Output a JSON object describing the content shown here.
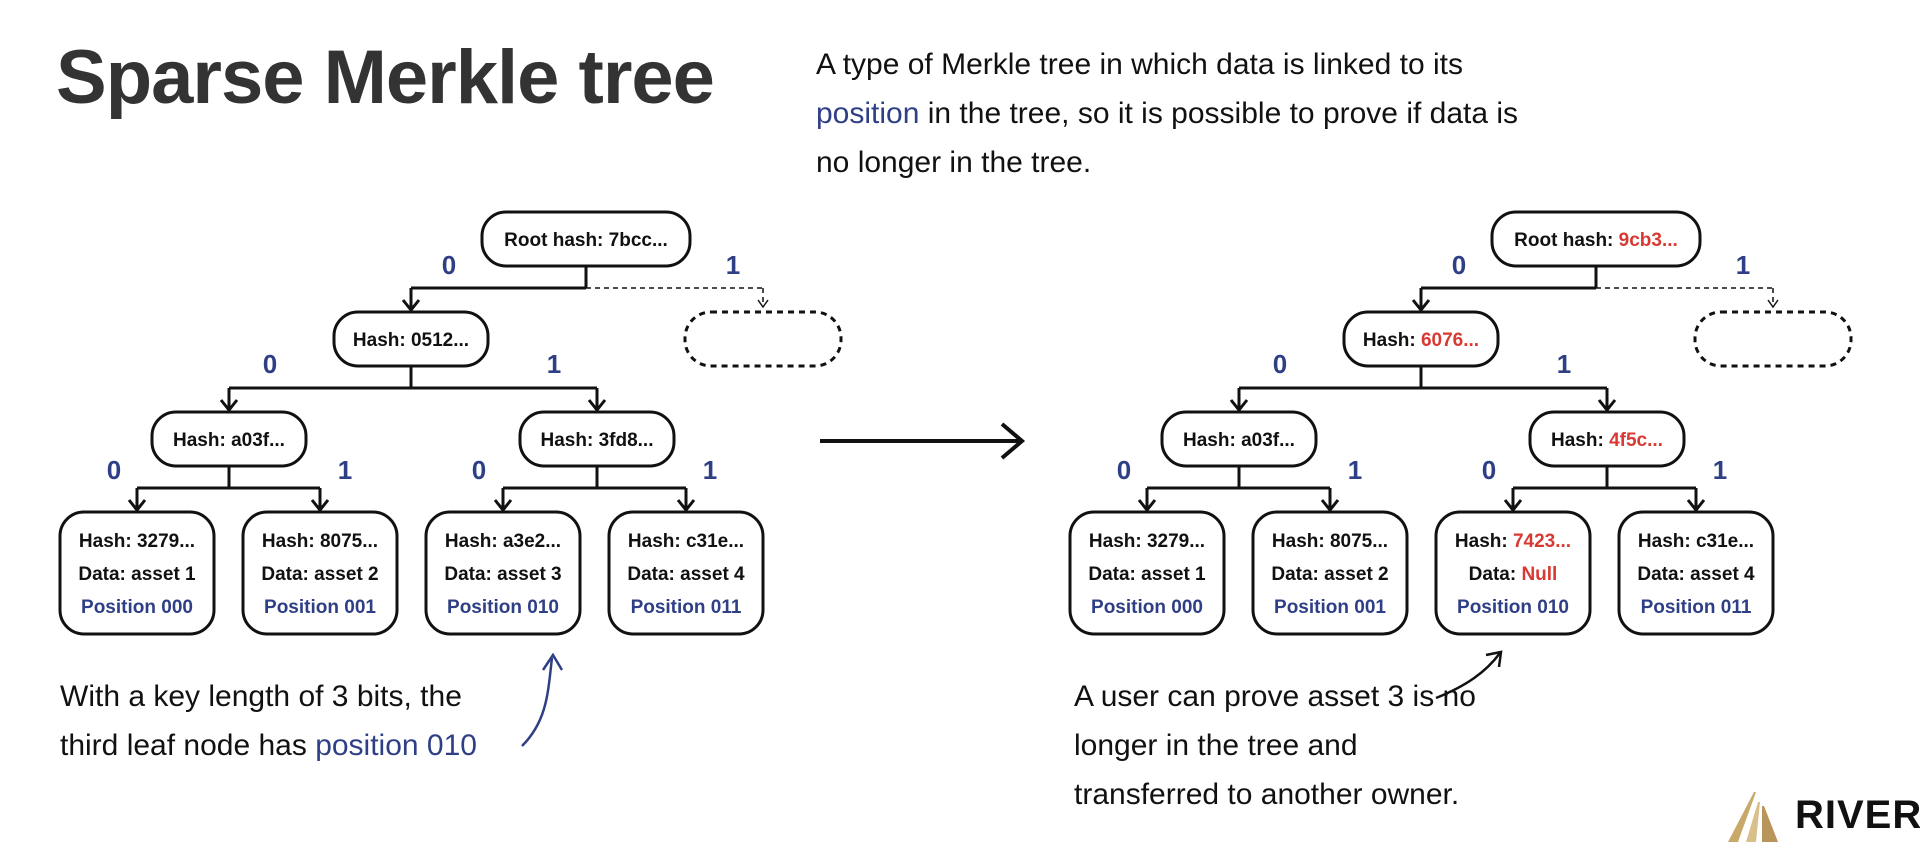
{
  "title": "Sparse Merkle tree",
  "intro": {
    "before": "A type of Merkle tree in which data is linked to its ",
    "highlight": "position",
    "after": " in the tree, so it is possible to prove if data is no longer in the tree."
  },
  "edge_labels": {
    "left": "0",
    "right": "1"
  },
  "colors": {
    "accent_blue": "#2f3f86",
    "change_red": "#d83a33",
    "text": "#111111",
    "logo_gold": "#c8a96a"
  },
  "trees": [
    {
      "root": {
        "label": "Root hash: ",
        "hash": "7bcc...",
        "changed": false
      },
      "level1": {
        "label": "Hash: ",
        "hash": "0512...",
        "changed": false
      },
      "level2": [
        {
          "label": "Hash: ",
          "hash": "a03f...",
          "changed": false
        },
        {
          "label": "Hash: ",
          "hash": "3fd8...",
          "changed": false
        }
      ],
      "leaves": [
        {
          "hash_label": "Hash: ",
          "hash": "3279...",
          "hash_changed": false,
          "data_label": "Data: ",
          "data": "asset 1",
          "data_changed": false,
          "position": "Position 000"
        },
        {
          "hash_label": "Hash: ",
          "hash": "8075...",
          "hash_changed": false,
          "data_label": "Data: ",
          "data": "asset 2",
          "data_changed": false,
          "position": "Position 001"
        },
        {
          "hash_label": "Hash: ",
          "hash": "a3e2...",
          "hash_changed": false,
          "data_label": "Data: ",
          "data": "asset 3",
          "data_changed": false,
          "position": "Position 010"
        },
        {
          "hash_label": "Hash: ",
          "hash": "c31e...",
          "hash_changed": false,
          "data_label": "Data: ",
          "data": "asset 4",
          "data_changed": false,
          "position": "Position 011"
        }
      ]
    },
    {
      "root": {
        "label": "Root hash: ",
        "hash": "9cb3...",
        "changed": true
      },
      "level1": {
        "label": "Hash: ",
        "hash": "6076...",
        "changed": true
      },
      "level2": [
        {
          "label": "Hash: ",
          "hash": "a03f...",
          "changed": false
        },
        {
          "label": "Hash: ",
          "hash": "4f5c...",
          "changed": true
        }
      ],
      "leaves": [
        {
          "hash_label": "Hash: ",
          "hash": "3279...",
          "hash_changed": false,
          "data_label": "Data: ",
          "data": "asset 1",
          "data_changed": false,
          "position": "Position 000"
        },
        {
          "hash_label": "Hash: ",
          "hash": "8075...",
          "hash_changed": false,
          "data_label": "Data: ",
          "data": "asset 2",
          "data_changed": false,
          "position": "Position 001"
        },
        {
          "hash_label": "Hash: ",
          "hash": "7423...",
          "hash_changed": true,
          "data_label": "Data: ",
          "data": "Null",
          "data_changed": true,
          "position": "Position 010"
        },
        {
          "hash_label": "Hash: ",
          "hash": "c31e...",
          "hash_changed": false,
          "data_label": "Data: ",
          "data": "asset 4",
          "data_changed": false,
          "position": "Position 011"
        }
      ]
    }
  ],
  "captions": {
    "left": {
      "before": "With a key length of 3 bits, the third leaf node has ",
      "highlight": "position 010"
    },
    "right": {
      "text": "A user can prove asset 3 is no longer in the tree and transferred to another owner."
    }
  },
  "logo": {
    "text": "RIVER",
    "icon": "river-mountain-icon"
  }
}
